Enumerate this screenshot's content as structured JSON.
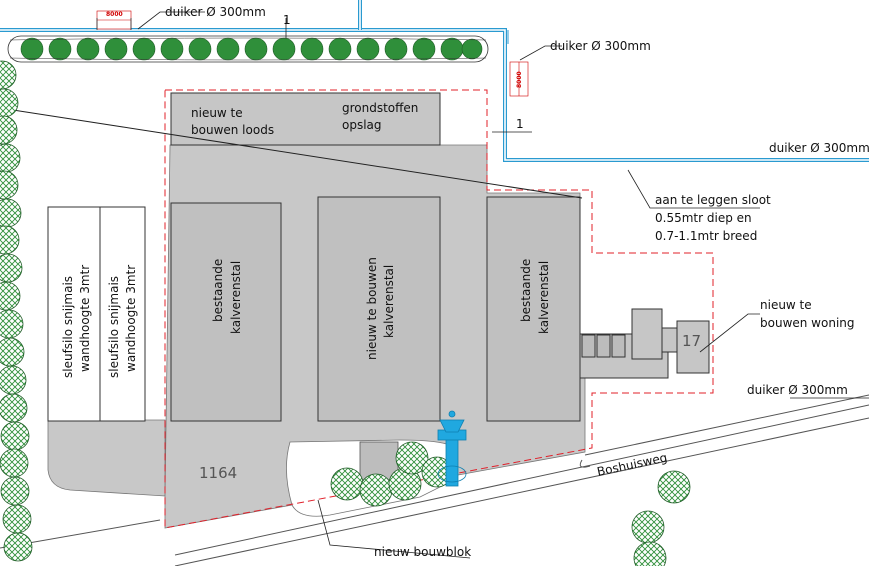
{
  "labels": {
    "duiker_top": "duiker Ø 300mm",
    "duiker_mid": "duiker Ø 300mm",
    "duiker_right": "duiker Ø 300mm",
    "duiker_road": "duiker Ø 300mm",
    "marker_1_top": "1",
    "marker_1_right": "1",
    "dim_top": "8000",
    "dim_right": "8000",
    "loods_line1": "nieuw te",
    "loods_line2": "bouwen loods",
    "grondstoffen_line1": "grondstoffen",
    "grondstoffen_line2": "opslag",
    "sloot_line1": "aan te leggen sloot",
    "sloot_line2": "0.55mtr diep en",
    "sloot_line3": "0.7-1.1mtr breed",
    "silo1_line1": "sleufsilo snijmais",
    "silo1_line2": "wandhoogte 3mtr",
    "silo2_line1": "sleufsilo snijmais",
    "silo2_line2": "wandhoogte 3mtr",
    "stal_left_line1": "bestaande",
    "stal_left_line2": "kalverenstal",
    "stal_mid_line1": "nieuw te bouwen",
    "stal_mid_line2": "kalverenstal",
    "stal_right_line1": "bestaande",
    "stal_right_line2": "kalverenstal",
    "woning_line1": "nieuw te",
    "woning_line2": "bouwen woning",
    "house_number": "17",
    "parcel_number": "1164",
    "road_name": "Boshuisweg",
    "bouwblok": "nieuw bouwblok"
  },
  "colors": {
    "paving": "#c8c8c8",
    "building": "#c0c0c0",
    "outline": "#333333",
    "bouwblok_line": "#e0202a",
    "ditch": "#2a9ad0",
    "tree_fill": "#2f8f3a",
    "hedge_fill": "#2f8f3a",
    "silo_fill": "#ffffff",
    "water_tower": "#20a8e0"
  }
}
